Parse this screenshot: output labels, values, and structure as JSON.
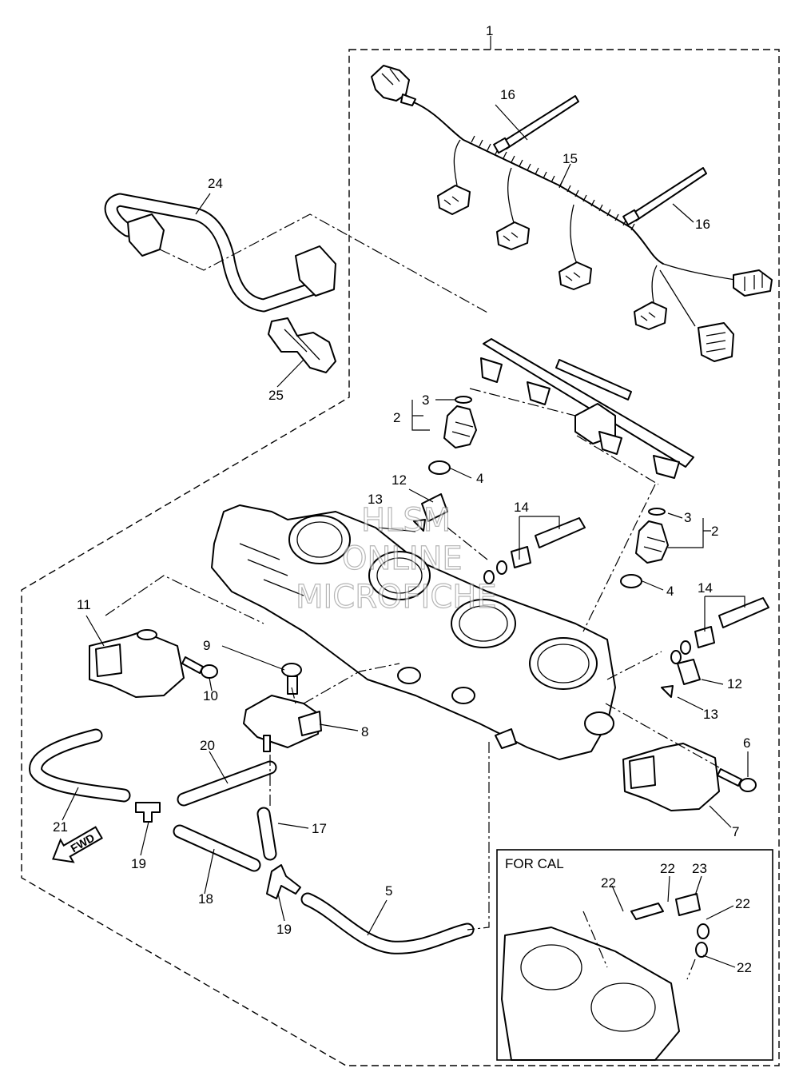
{
  "labels": {
    "1": "1",
    "2a": "2",
    "2b": "2",
    "3a": "3",
    "3b": "3",
    "4a": "4",
    "4b": "4",
    "5": "5",
    "6": "6",
    "7": "7",
    "8": "8",
    "9": "9",
    "10": "10",
    "11": "11",
    "12a": "12",
    "12b": "12",
    "13a": "13",
    "13b": "13",
    "14a": "14",
    "14b": "14",
    "15": "15",
    "16a": "16",
    "16b": "16",
    "17": "17",
    "18": "18",
    "19a": "19",
    "19b": "19",
    "20": "20",
    "21": "21",
    "22a": "22",
    "22b": "22",
    "22c": "22",
    "22d": "22",
    "23": "23",
    "24": "24",
    "25": "25"
  },
  "inset": {
    "title": "FOR CAL"
  },
  "watermark": {
    "line1": "HLSM",
    "line2": "ONLINE",
    "line3": "MICROFICHE"
  },
  "fwd_badge": {
    "text": "FWD"
  }
}
